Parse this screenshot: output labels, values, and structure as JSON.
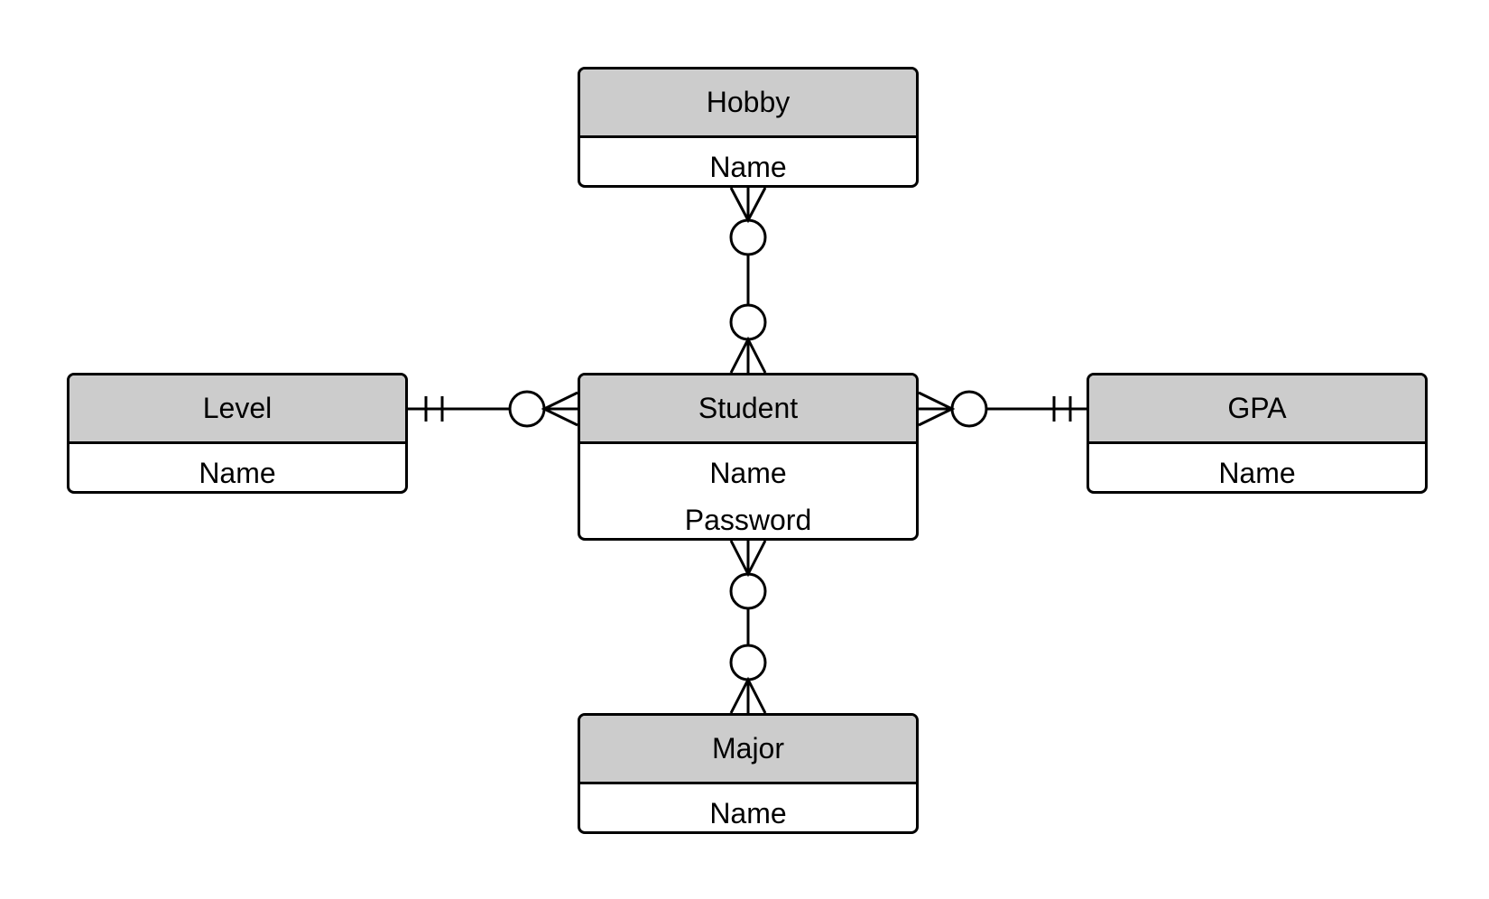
{
  "entities": {
    "hobby": {
      "name": "Hobby",
      "attributes": [
        "Name"
      ]
    },
    "level": {
      "name": "Level",
      "attributes": [
        "Name"
      ]
    },
    "student": {
      "name": "Student",
      "attributes": [
        "Name",
        "Password"
      ]
    },
    "gpa": {
      "name": "GPA",
      "attributes": [
        "Name"
      ]
    },
    "major": {
      "name": "Major",
      "attributes": [
        "Name"
      ]
    }
  },
  "relationships": [
    {
      "from": "Student",
      "to": "Hobby",
      "from_cardinality": "zero-or-many",
      "to_cardinality": "zero-or-many"
    },
    {
      "from": "Student",
      "to": "Level",
      "from_cardinality": "zero-or-many",
      "to_cardinality": "one-and-only-one"
    },
    {
      "from": "Student",
      "to": "GPA",
      "from_cardinality": "zero-or-many",
      "to_cardinality": "one-and-only-one"
    },
    {
      "from": "Student",
      "to": "Major",
      "from_cardinality": "zero-or-many",
      "to_cardinality": "zero-or-many"
    }
  ],
  "colors": {
    "header_fill": "#cccccc",
    "line": "#000000",
    "background": "#ffffff"
  }
}
